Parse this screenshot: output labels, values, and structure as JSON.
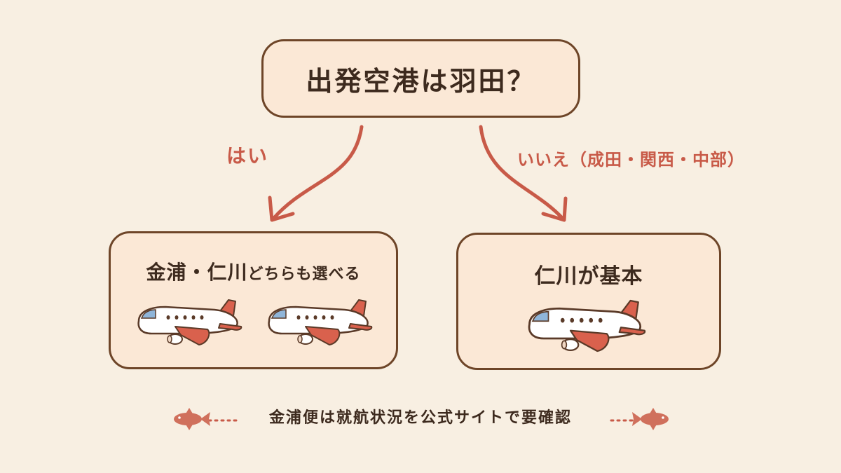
{
  "question": {
    "text": "出発空港は羽田？"
  },
  "branches": {
    "yes": {
      "label": "はい"
    },
    "no": {
      "label": "いいえ（成田・関西・中部）"
    }
  },
  "left_box": {
    "title_main": "金浦・仁川",
    "title_sub": "どちらも選べる",
    "plane_count": 2
  },
  "right_box": {
    "title": "仁川が基本",
    "plane_count": 1
  },
  "footer": {
    "note": "金浦便は就航状況を公式サイトで要確認"
  },
  "colors": {
    "background": "#f8efe2",
    "box_fill": "#fbe8d6",
    "box_border": "#6e4528",
    "arrow": "#c85a48",
    "text": "#3d2a1e",
    "plane_body": "#ffffff",
    "plane_accent": "#d9614d",
    "plane_window": "#8fb5d9"
  },
  "icons": [
    "airplane-icon",
    "fish-icon"
  ]
}
